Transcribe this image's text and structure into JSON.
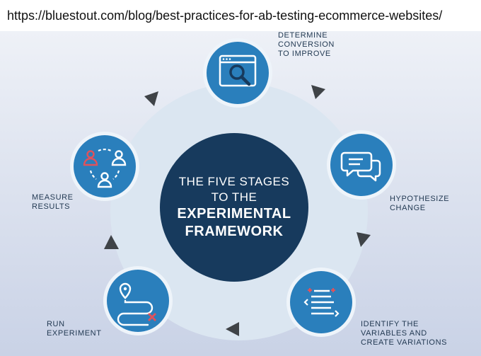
{
  "url": "https://bluestout.com/blog/best-practices-for-ab-testing-ecommerce-websites/",
  "center": {
    "line1": "THE FIVE STAGES",
    "line2": "TO THE",
    "line3": "EXPERIMENTAL",
    "line4": "FRAMEWORK"
  },
  "stages": [
    {
      "icon": "browser-search-icon",
      "label_lines": [
        "DETERMINE",
        "CONVERSION",
        "TO IMPROVE"
      ]
    },
    {
      "icon": "chat-bubbles-icon",
      "label_lines": [
        "HYPOTHESIZE",
        "CHANGE"
      ]
    },
    {
      "icon": "variables-list-icon",
      "label_lines": [
        "IDENTIFY THE",
        "VARIABLES AND",
        "CREATE VARIATIONS"
      ]
    },
    {
      "icon": "route-map-icon",
      "label_lines": [
        "RUN",
        "EXPERIMENT"
      ]
    },
    {
      "icon": "users-cycle-icon",
      "label_lines": [
        "MEASURE",
        "RESULTS"
      ]
    }
  ],
  "colors": {
    "stage_blue": "#2a7fbc",
    "center_navy": "#173a5d",
    "ring": "#dbe6f1",
    "arrow": "#3f4347",
    "accent_red": "#e0525b"
  }
}
